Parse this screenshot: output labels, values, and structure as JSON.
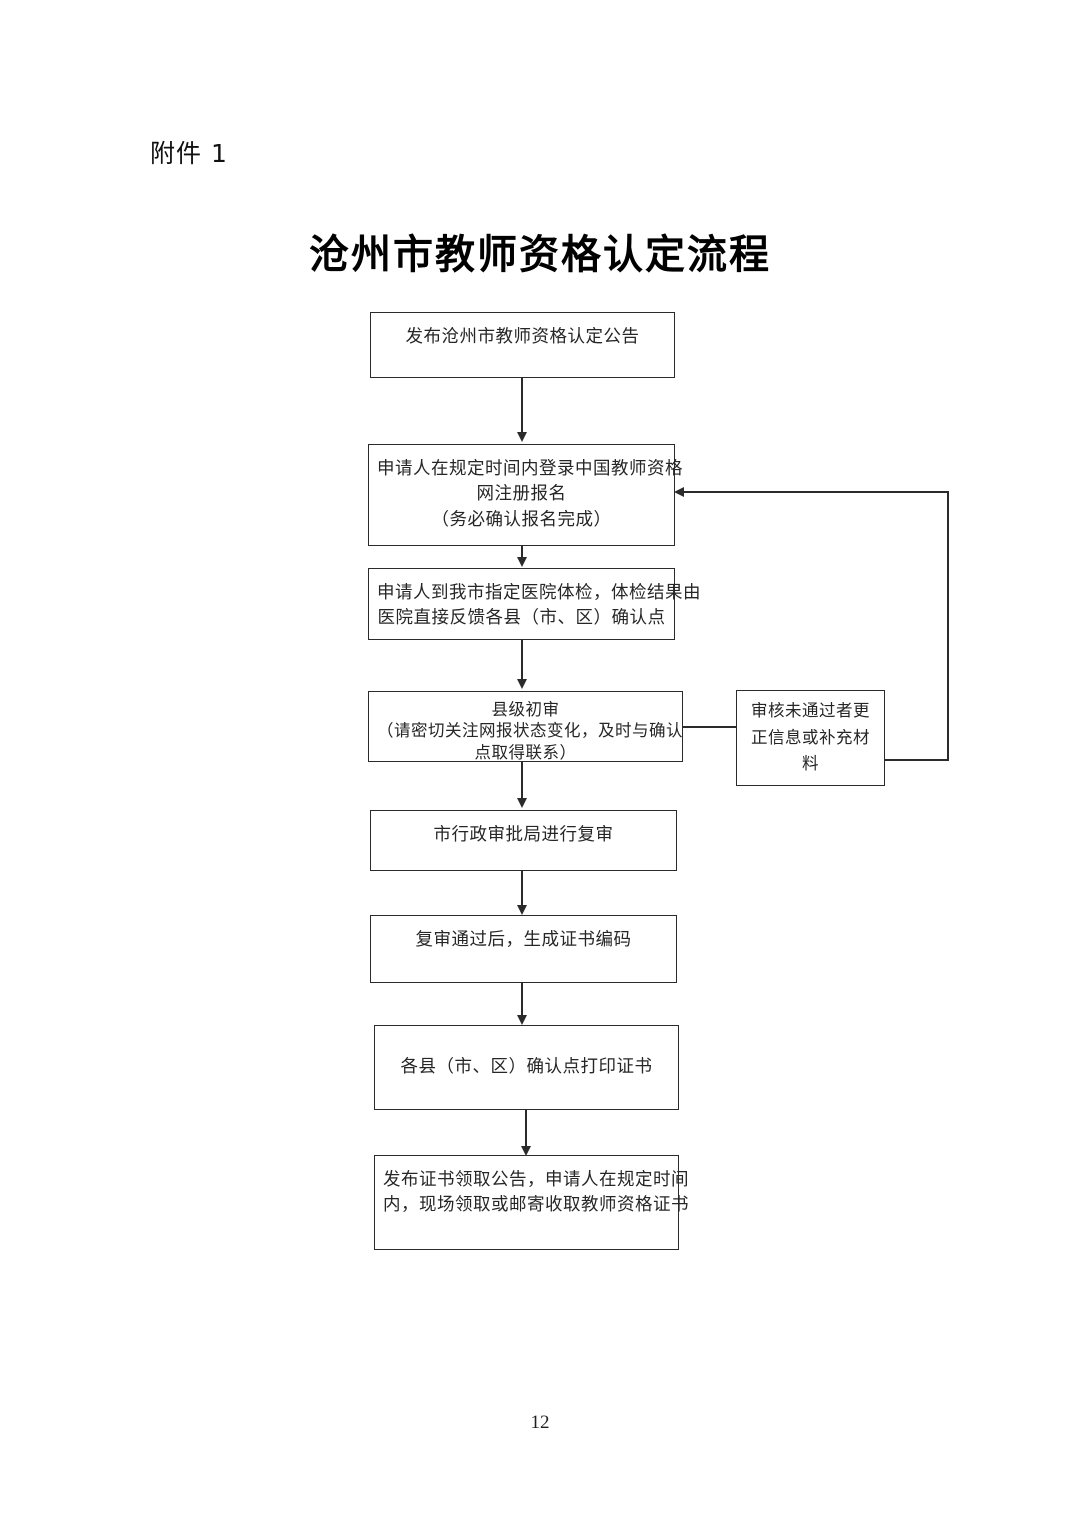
{
  "document": {
    "attachment_label": "附件 1",
    "title": "沧州市教师资格认定流程",
    "page_number": "12",
    "ink_color": "#2b2b2b",
    "background_color": "#ffffff"
  },
  "flowchart": {
    "type": "diagram",
    "orientation": "vertical",
    "nodes": [
      {
        "id": "publish-announcement",
        "lines": [
          "发布沧州市教师资格认定公告"
        ]
      },
      {
        "id": "register-online",
        "lines": [
          "申请人在规定时间内登录中国教师资格",
          "网注册报名",
          "（务必确认报名完成）"
        ]
      },
      {
        "id": "medical-exam",
        "lines": [
          "申请人到我市指定医院体检，体检结果由",
          "医院直接反馈各县（市、区）确认点"
        ]
      },
      {
        "id": "county-first-review",
        "lines": [
          "县级初审",
          "（请密切关注网报状态变化，及时与确认",
          "点取得联系）"
        ]
      },
      {
        "id": "city-second-review",
        "lines": [
          "市行政审批局进行复审"
        ]
      },
      {
        "id": "generate-certificate-code",
        "lines": [
          "复审通过后，生成证书编码"
        ]
      },
      {
        "id": "print-certificate",
        "lines": [
          "各县（市、区）确认点打印证书"
        ]
      },
      {
        "id": "collect-certificate",
        "lines": [
          "发布证书领取公告，申请人在规定时间",
          "内，现场领取或邮寄收取教师资格证书"
        ]
      }
    ],
    "side_node": {
      "id": "correction-node",
      "lines": [
        "审核未通过者更",
        "正信息或补充材",
        "料"
      ]
    },
    "edges": [
      {
        "from": "publish-announcement",
        "to": "register-online",
        "style": "arrow-down"
      },
      {
        "from": "register-online",
        "to": "medical-exam",
        "style": "arrow-down"
      },
      {
        "from": "medical-exam",
        "to": "county-first-review",
        "style": "arrow-down"
      },
      {
        "from": "county-first-review",
        "to": "city-second-review",
        "style": "arrow-down"
      },
      {
        "from": "city-second-review",
        "to": "generate-certificate-code",
        "style": "arrow-down"
      },
      {
        "from": "generate-certificate-code",
        "to": "print-certificate",
        "style": "arrow-down"
      },
      {
        "from": "print-certificate",
        "to": "collect-certificate",
        "style": "arrow-down"
      },
      {
        "from": "county-first-review",
        "to": "correction-node",
        "style": "line-right"
      },
      {
        "from": "correction-node",
        "to": "register-online",
        "style": "loop-back-arrow-left"
      }
    ]
  }
}
